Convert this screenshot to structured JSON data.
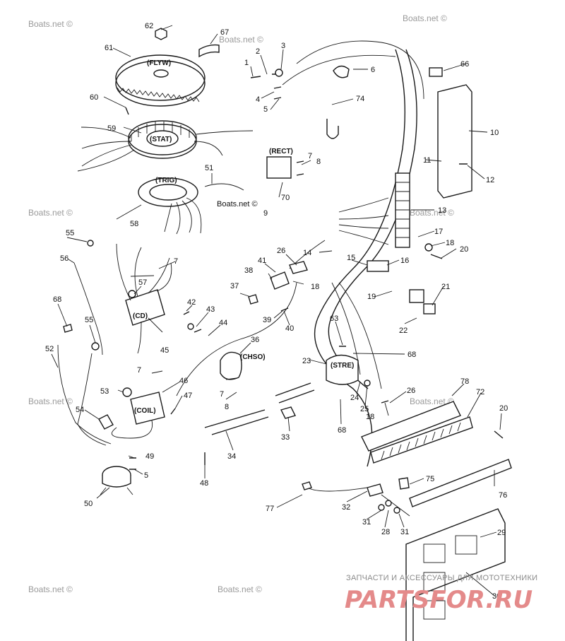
{
  "watermark": {
    "text": "Boats.net ©",
    "copyright_text": "Boats.net ©"
  },
  "tags": {
    "flyw": "(FLYW)",
    "stat": "(STAT)",
    "trig": "(TRIG)",
    "rect": "(RECT)",
    "cd": "(CD)",
    "chso": "(CHSO)",
    "stre": "(STRE)",
    "coil": "(COIL)"
  },
  "callouts": [
    "1",
    "2",
    "3",
    "4",
    "5",
    "5",
    "6",
    "7",
    "7",
    "7",
    "7",
    "8",
    "8",
    "9",
    "10",
    "11",
    "12",
    "13",
    "14",
    "15",
    "16",
    "17",
    "18",
    "18",
    "18",
    "19",
    "20",
    "20",
    "21",
    "22",
    "23",
    "24",
    "25",
    "26",
    "26",
    "28",
    "29",
    "30",
    "31",
    "31",
    "32",
    "33",
    "34",
    "36",
    "37",
    "38",
    "39",
    "40",
    "41",
    "42",
    "43",
    "44",
    "45",
    "46",
    "47",
    "48",
    "49",
    "50",
    "51",
    "52",
    "53",
    "54",
    "55",
    "55",
    "56",
    "57",
    "58",
    "59",
    "60",
    "61",
    "62",
    "63",
    "66",
    "67",
    "68",
    "68",
    "68",
    "70",
    "72",
    "74",
    "75",
    "76",
    "77",
    "78"
  ],
  "brand": {
    "subtitle": "ЗАПЧАСТИ И АКСЕССУАРЫ ДЛЯ МОТОТЕХНИКИ",
    "name": "PARTSFOR.RU",
    "color": "#e48a8a"
  }
}
